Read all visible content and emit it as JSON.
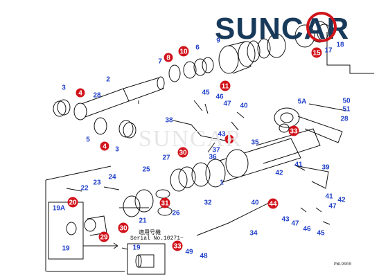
{
  "brand": {
    "name": "SUNCAR",
    "watermark": "SUNCAR",
    "navy": "#183a5a",
    "red": "#d1131b",
    "blue": "#1f3fc9"
  },
  "caption": {
    "line1": "適用号機",
    "line2": "Serial No.10271~"
  },
  "drawing_code": "PWL9900",
  "callouts": [
    {
      "text": "1",
      "style": "blue"
    },
    {
      "text": "2",
      "style": "blue"
    },
    {
      "text": "3",
      "style": "blue"
    },
    {
      "text": "3",
      "style": "blue"
    },
    {
      "text": "4",
      "style": "red"
    },
    {
      "text": "4",
      "style": "red"
    },
    {
      "text": "4",
      "style": "red"
    },
    {
      "text": "5",
      "style": "blue"
    },
    {
      "text": "5A",
      "style": "blue"
    },
    {
      "text": "6",
      "style": "blue"
    },
    {
      "text": "7",
      "style": "blue"
    },
    {
      "text": "8",
      "style": "red"
    },
    {
      "text": "9",
      "style": "blue"
    },
    {
      "text": "10",
      "style": "red"
    },
    {
      "text": "11",
      "style": "red"
    },
    {
      "text": "15",
      "style": "red"
    },
    {
      "text": "17",
      "style": "blue"
    },
    {
      "text": "18",
      "style": "blue"
    },
    {
      "text": "19",
      "style": "blue"
    },
    {
      "text": "19",
      "style": "blue"
    },
    {
      "text": "19A",
      "style": "blue"
    },
    {
      "text": "20",
      "style": "red"
    },
    {
      "text": "21",
      "style": "blue"
    },
    {
      "text": "22",
      "style": "blue"
    },
    {
      "text": "23",
      "style": "blue"
    },
    {
      "text": "24",
      "style": "blue"
    },
    {
      "text": "25",
      "style": "blue"
    },
    {
      "text": "26",
      "style": "blue"
    },
    {
      "text": "27",
      "style": "blue"
    },
    {
      "text": "28",
      "style": "blue"
    },
    {
      "text": "28",
      "style": "blue"
    },
    {
      "text": "29",
      "style": "red"
    },
    {
      "text": "30",
      "style": "red"
    },
    {
      "text": "30",
      "style": "red"
    },
    {
      "text": "31",
      "style": "red"
    },
    {
      "text": "32",
      "style": "blue"
    },
    {
      "text": "33",
      "style": "red"
    },
    {
      "text": "33",
      "style": "red"
    },
    {
      "text": "34",
      "style": "blue"
    },
    {
      "text": "35",
      "style": "blue"
    },
    {
      "text": "36",
      "style": "blue"
    },
    {
      "text": "37",
      "style": "blue"
    },
    {
      "text": "38",
      "style": "blue"
    },
    {
      "text": "39",
      "style": "blue"
    },
    {
      "text": "40",
      "style": "blue"
    },
    {
      "text": "40",
      "style": "blue"
    },
    {
      "text": "41",
      "style": "blue"
    },
    {
      "text": "41",
      "style": "blue"
    },
    {
      "text": "42",
      "style": "blue"
    },
    {
      "text": "42",
      "style": "blue"
    },
    {
      "text": "43",
      "style": "blue"
    },
    {
      "text": "43",
      "style": "blue"
    },
    {
      "text": "44",
      "style": "red"
    },
    {
      "text": "45",
      "style": "blue"
    },
    {
      "text": "45",
      "style": "blue"
    },
    {
      "text": "46",
      "style": "blue"
    },
    {
      "text": "46",
      "style": "blue"
    },
    {
      "text": "47",
      "style": "blue"
    },
    {
      "text": "47",
      "style": "blue"
    },
    {
      "text": "47",
      "style": "blue"
    },
    {
      "text": "48",
      "style": "blue"
    },
    {
      "text": "49",
      "style": "blue"
    },
    {
      "text": "50",
      "style": "blue"
    },
    {
      "text": "51",
      "style": "blue"
    }
  ]
}
